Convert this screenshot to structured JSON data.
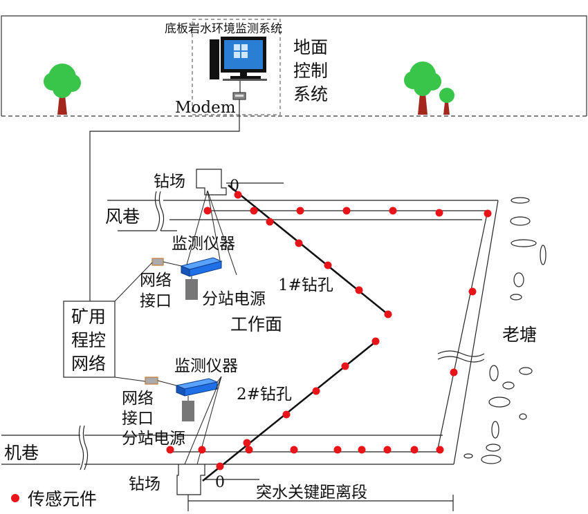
{
  "ground": {
    "system_title": "底板岩水环境监测系统",
    "control_line1": "地面",
    "control_line2": "控制",
    "control_line3": "系统",
    "modem_label": "Modem"
  },
  "underground": {
    "drill_site_top": "钻场",
    "drill_site_bottom": "钻场",
    "zero_top": "0",
    "zero_bottom": "0",
    "wind_roadway": "风巷",
    "machine_roadway": "机巷",
    "working_face": "工作面",
    "old_pond": "老塘",
    "borehole_1": "1#钻孔",
    "borehole_2": "2#钻孔",
    "monitor_top": "监测仪器",
    "monitor_bottom": "监测仪器",
    "net_if_top_1": "网络",
    "net_if_top_2": "接口",
    "net_if_bottom_1": "网络",
    "net_if_bottom_2": "接口",
    "power_top": "分站电源",
    "power_bottom": "分站电源",
    "mine_net_1": "矿用",
    "mine_net_2": "程控",
    "mine_net_3": "网络",
    "key_segment": "突水关键距离段",
    "legend_sensor": "传感元件"
  },
  "colors": {
    "sensor": "#e8141a",
    "instrument": "#1f6fe6",
    "tree_leaf": "#39c44a",
    "tree_trunk": "#a3271c",
    "monitor_screen": "#2a7fd4"
  }
}
